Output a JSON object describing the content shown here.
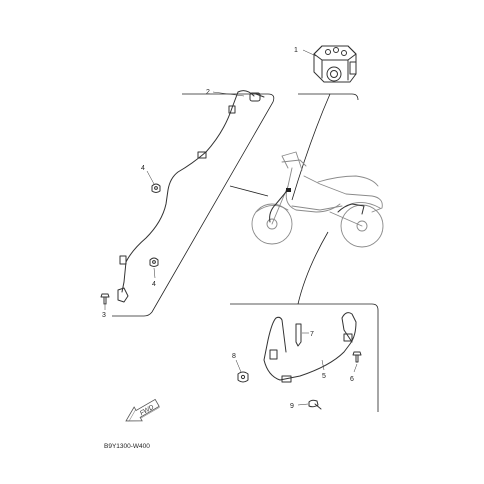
{
  "callouts": [
    {
      "id": "callout-1",
      "text": "1"
    },
    {
      "id": "callout-2",
      "text": "2"
    },
    {
      "id": "callout-3",
      "text": "3"
    },
    {
      "id": "callout-4a",
      "text": "4"
    },
    {
      "id": "callout-4b",
      "text": "4"
    },
    {
      "id": "callout-5",
      "text": "5"
    },
    {
      "id": "callout-6",
      "text": "6"
    },
    {
      "id": "callout-7",
      "text": "7"
    },
    {
      "id": "callout-8",
      "text": "8"
    },
    {
      "id": "callout-9",
      "text": "9"
    }
  ],
  "fwd_label": "FWD",
  "reference_code": "B9Y1300-W400",
  "colors": {
    "line": "#222222",
    "part": "#333333",
    "bike": "#8a8a8a",
    "background": "#ffffff"
  }
}
